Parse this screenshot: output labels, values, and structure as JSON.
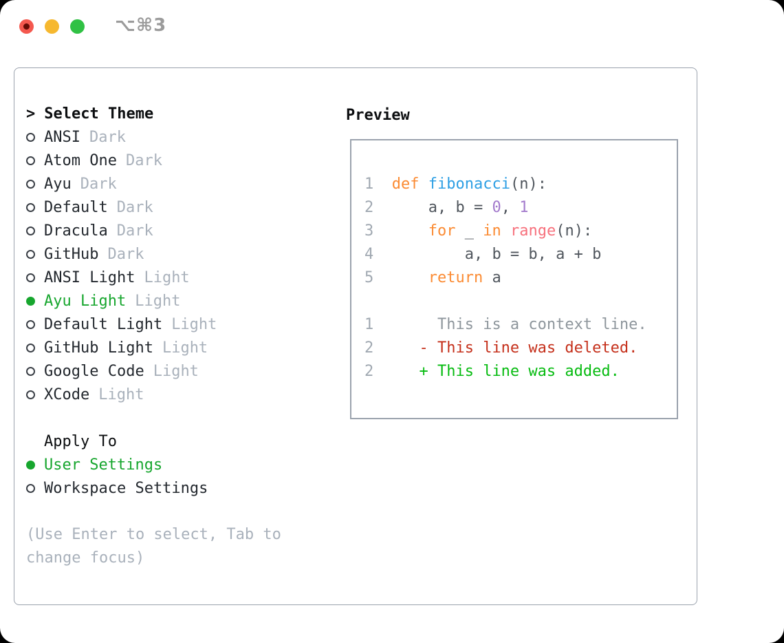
{
  "window": {
    "title": "⌥⌘3"
  },
  "theme_picker": {
    "cursor": ">",
    "title": "Select Theme",
    "items": [
      {
        "name": "ANSI",
        "variant": "Dark",
        "selected": false
      },
      {
        "name": "Atom One",
        "variant": "Dark",
        "selected": false
      },
      {
        "name": "Ayu",
        "variant": "Dark",
        "selected": false
      },
      {
        "name": "Default",
        "variant": "Dark",
        "selected": false
      },
      {
        "name": "Dracula",
        "variant": "Dark",
        "selected": false
      },
      {
        "name": "GitHub",
        "variant": "Dark",
        "selected": false
      },
      {
        "name": "ANSI Light",
        "variant": "Light",
        "selected": false
      },
      {
        "name": "Ayu Light",
        "variant": "Light",
        "selected": true
      },
      {
        "name": "Default Light",
        "variant": "Light",
        "selected": false
      },
      {
        "name": "GitHub Light",
        "variant": "Light",
        "selected": false
      },
      {
        "name": "Google Code",
        "variant": "Light",
        "selected": false
      },
      {
        "name": "XCode",
        "variant": "Light",
        "selected": false
      }
    ]
  },
  "apply_to": {
    "title": "Apply To",
    "options": [
      {
        "label": "User Settings",
        "selected": true
      },
      {
        "label": "Workspace Settings",
        "selected": false
      }
    ]
  },
  "help_text": "(Use Enter to select, Tab to change focus)",
  "preview": {
    "title": "Preview",
    "lines": [
      {
        "tokens": [
          [
            "ln",
            "1"
          ],
          [
            "pl",
            " "
          ],
          [
            "kw",
            "def"
          ],
          [
            "pl",
            " "
          ],
          [
            "fn",
            "fibonacci"
          ],
          [
            "pl",
            "(n):"
          ]
        ]
      },
      {
        "tokens": [
          [
            "ln",
            "2"
          ],
          [
            "pl",
            "     a, b = "
          ],
          [
            "num",
            "0"
          ],
          [
            "pl",
            ", "
          ],
          [
            "num",
            "1"
          ]
        ]
      },
      {
        "tokens": [
          [
            "ln",
            "3"
          ],
          [
            "pl",
            "     "
          ],
          [
            "kw",
            "for"
          ],
          [
            "pl",
            " _ "
          ],
          [
            "kw",
            "in"
          ],
          [
            "pl",
            " "
          ],
          [
            "bi",
            "range"
          ],
          [
            "pl",
            "(n):"
          ]
        ]
      },
      {
        "tokens": [
          [
            "ln",
            "4"
          ],
          [
            "pl",
            "         a, b = b, a + b"
          ]
        ]
      },
      {
        "tokens": [
          [
            "ln",
            "5"
          ],
          [
            "pl",
            "     "
          ],
          [
            "kw",
            "return"
          ],
          [
            "pl",
            " a"
          ]
        ]
      },
      {
        "tokens": []
      },
      {
        "tokens": [
          [
            "ln",
            "1"
          ],
          [
            "ctx",
            "      This is a context line."
          ]
        ]
      },
      {
        "tokens": [
          [
            "ln",
            "2"
          ],
          [
            "del",
            "    - This line was deleted."
          ]
        ]
      },
      {
        "tokens": [
          [
            "ln",
            "2"
          ],
          [
            "add",
            "    + This line was added."
          ]
        ]
      }
    ]
  },
  "colors": {
    "accent": "#17a62e",
    "added": "#06bb10",
    "deleted": "#c5301b",
    "context": "#8e969c",
    "black": "#0c0e10",
    "dark": "#23282e",
    "gray": "#a9b1bb",
    "ln": "#a0a8b1",
    "plain": "#50565d",
    "kw": "#fb8b33",
    "fn": "#2d9fe4",
    "num": "#a37acc",
    "bi": "#f7707c",
    "border": "#9aa2ad",
    "title": "#9b9b9b",
    "circle": "#3a3f46",
    "light_red": "#f4584e",
    "light_red_dot": "#650b04",
    "light_yellow": "#f6b82f",
    "light_green": "#30c144"
  }
}
